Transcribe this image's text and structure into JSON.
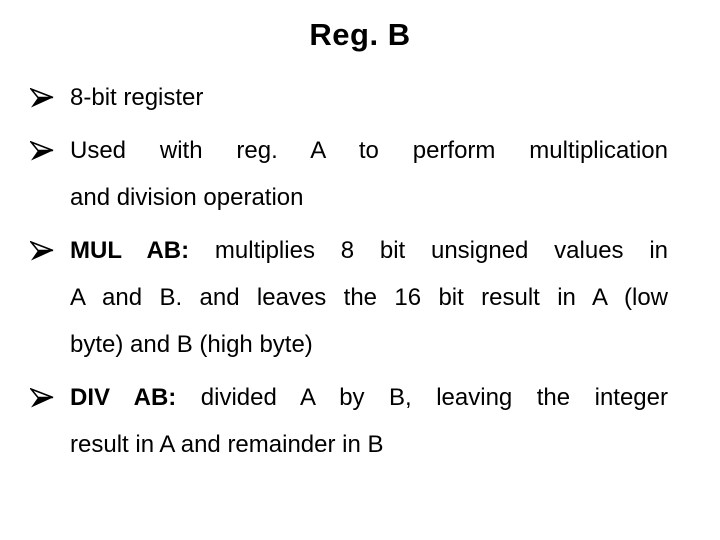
{
  "slide": {
    "title": "Reg. B",
    "bullet_icon": "arrowhead-bullet",
    "text_color": "#000000",
    "background_color": "#ffffff",
    "bullets": [
      {
        "lines": [
          {
            "text": "8-bit register"
          }
        ]
      },
      {
        "lines": [
          {
            "text": "Used with reg. A to perform multiplication"
          },
          {
            "text": "and division operation"
          }
        ]
      },
      {
        "lines": [
          {
            "bold": "MUL AB:",
            "text": "multiplies 8 bit unsigned values in"
          },
          {
            "text": "A and B. and leaves the 16 bit result in A (low"
          },
          {
            "text": "byte) and B (high byte)"
          }
        ]
      },
      {
        "lines": [
          {
            "bold": "DIV AB:",
            "text": "divided A by B, leaving the integer"
          },
          {
            "text": "result in A and remainder in B"
          }
        ]
      }
    ]
  }
}
